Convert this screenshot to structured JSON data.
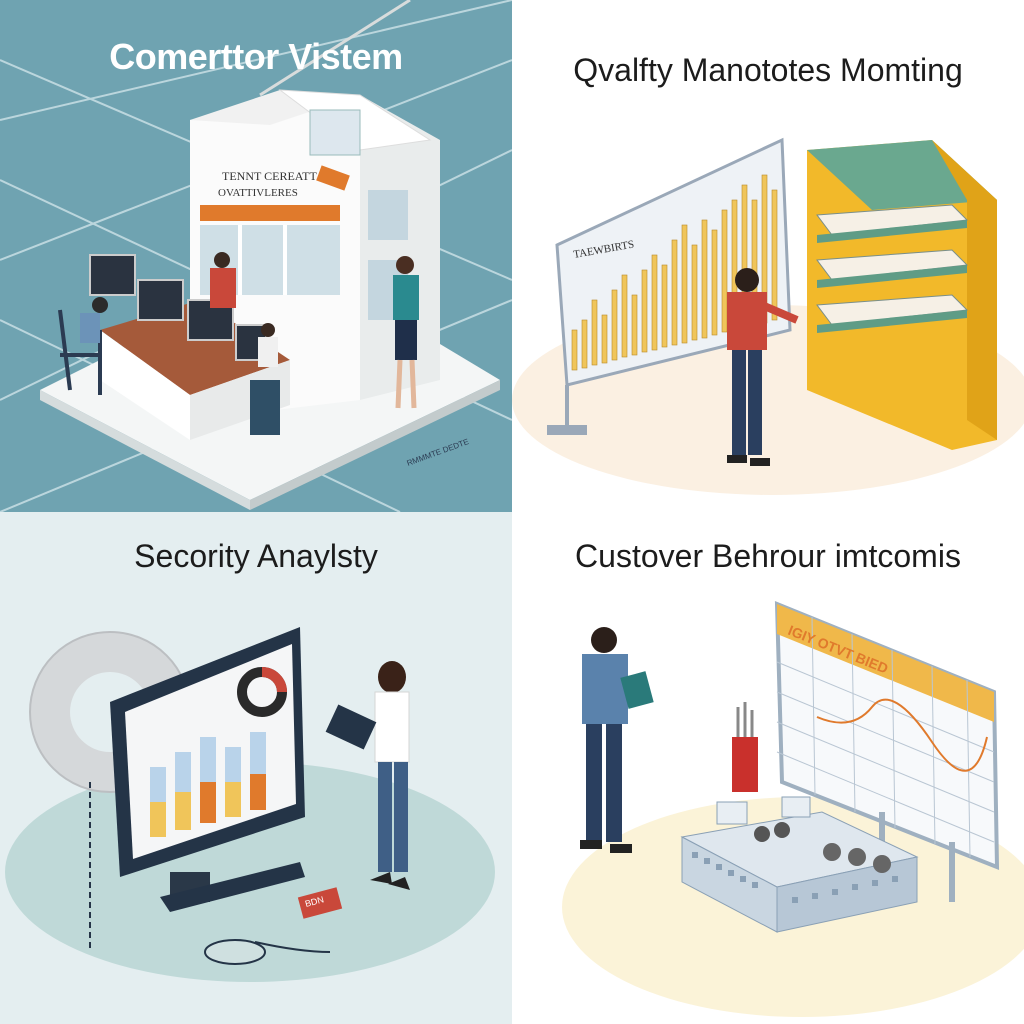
{
  "panels": [
    {
      "title": "Comerttor Vistem",
      "booth_sign_line1": "TENNT CEREATT",
      "booth_sign_line2": "OVATTIVLERES",
      "floor_caption": "RMMMTE DEDTE"
    },
    {
      "title": "Qvalfty Manototes Momting",
      "board_label": "TAEWBIRTS"
    },
    {
      "title": "Secority Anaylsty",
      "book_label": "BDN"
    },
    {
      "title": "Custover Behrour imtcomis",
      "board_label": "IGIY OTVT BIED"
    }
  ],
  "colors": {
    "teal_bg": "#6fa3b1",
    "orange_accent": "#e07a2c",
    "yellow_shelf": "#f2b92a",
    "shelf_green": "#5f9c86",
    "chart_bar": "#f0c55a",
    "mint_floor": "#bfd9d8",
    "cream_floor": "#fbf3d8",
    "monitor_dark": "#243447",
    "red_shirt": "#c9483a"
  }
}
